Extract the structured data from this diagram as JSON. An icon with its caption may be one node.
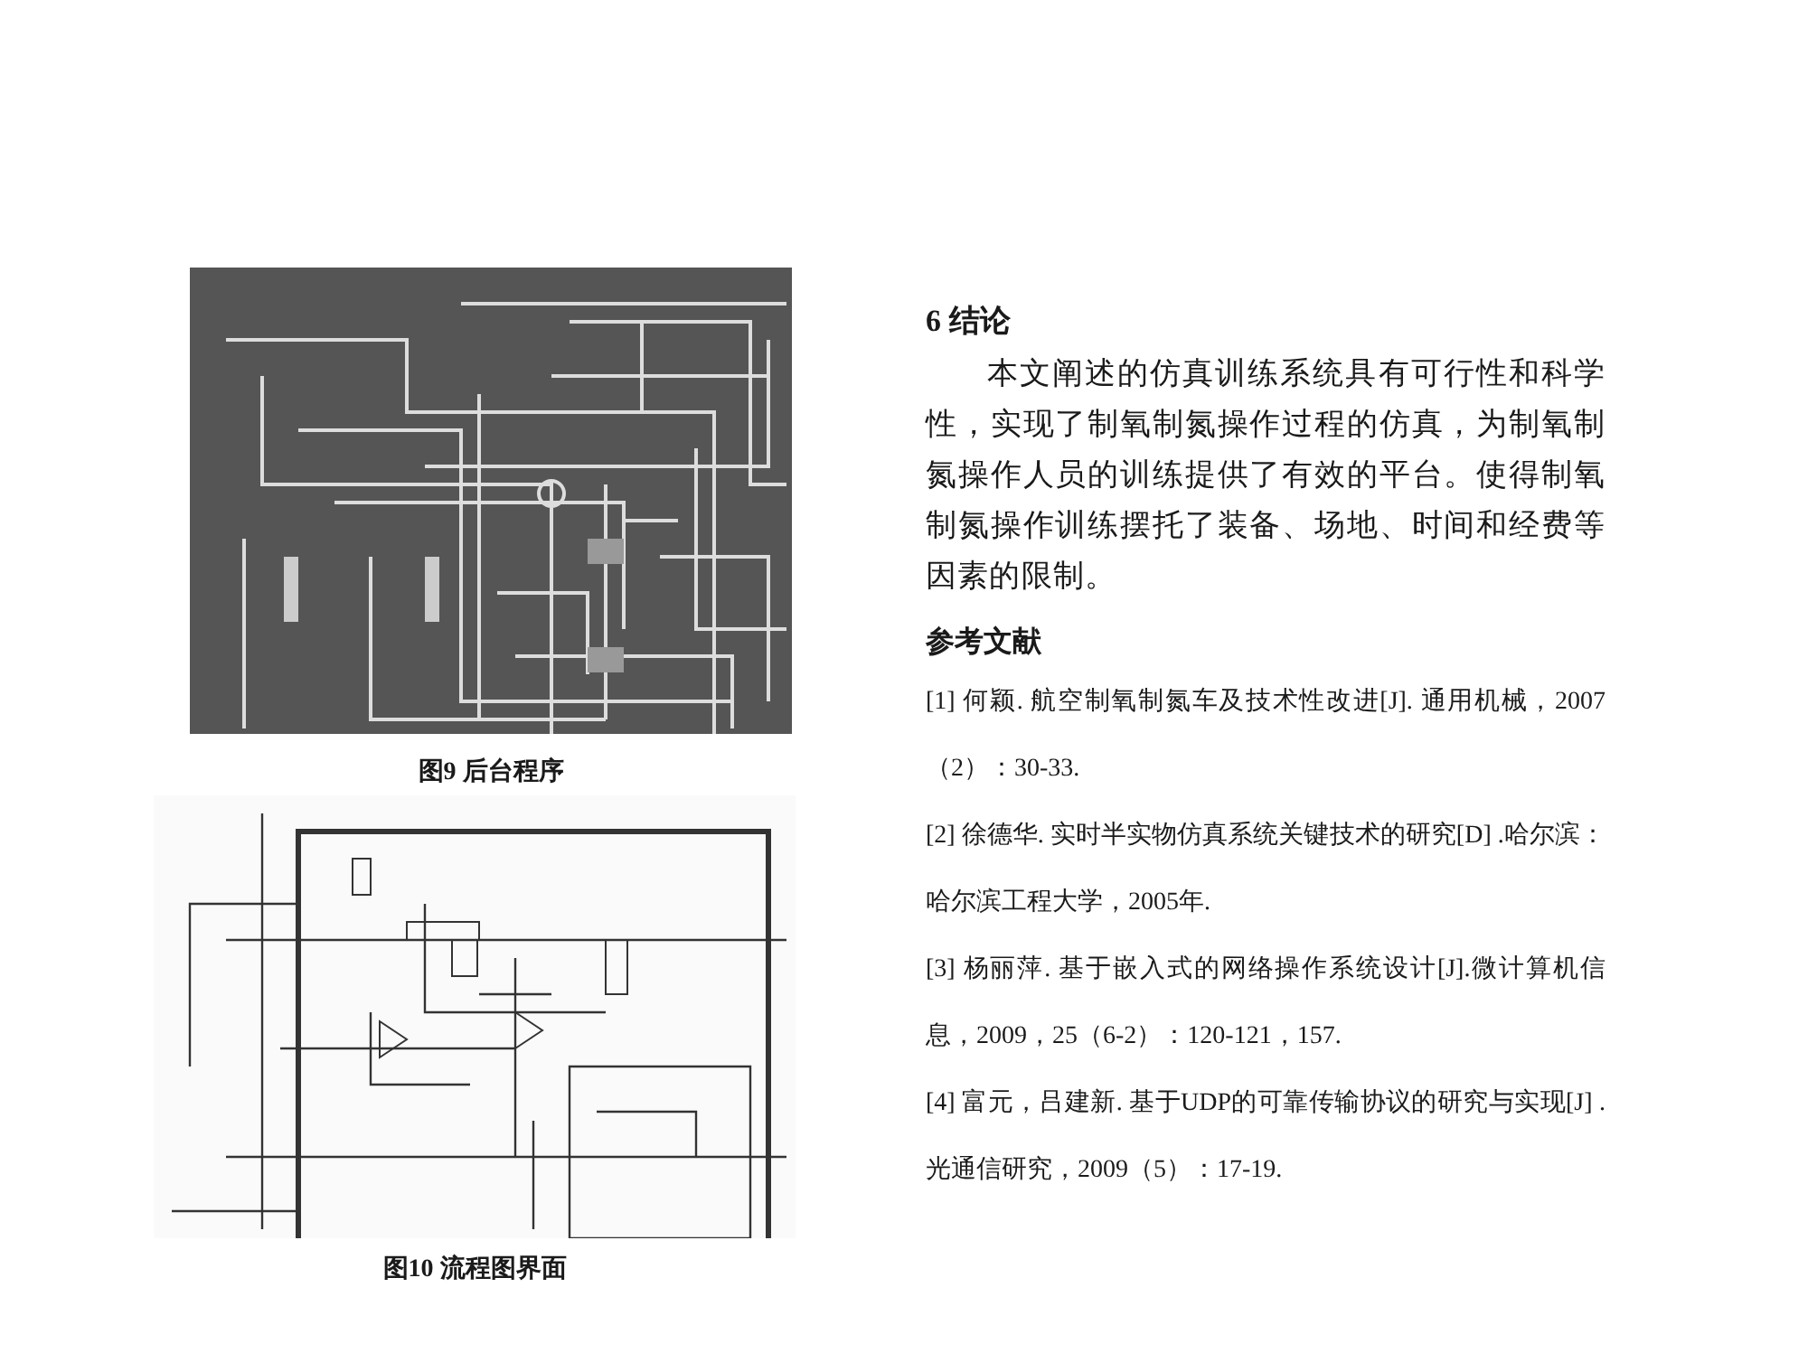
{
  "diagram": {
    "title": "6 结论",
    "labels": [
      "图9 后台程序",
      "图10 流程图界面",
      "本文阐述的仿真训练系统具有可行性和科学性，实现了制氧制氮操作过程的仿真，为制氧制氮操作人员的训练提供了有效的平台。使得制氧制氮操作训练摆托了装备、场地、时间和经费等因素的限制。",
      "参考文献",
      "[1] 何颖. 航空制氧制氮车及技术性改进[J]. 通用机械，2007（2）：30-33.",
      "[2] 徐德华. 实时半实物仿真系统关键技术的研究[D] .哈尔滨：哈尔滨工程大学，2005年.",
      "[3] 杨丽萍. 基于嵌入式的网络操作系统设计[J].微计算机信息，2009，25（6-2）：120-121，157.",
      "[4] 富元，吕建新. 基于UDP的可靠传输协议的研究与实现[J] .光通信研究，2009（5）：17-19."
    ]
  }
}
